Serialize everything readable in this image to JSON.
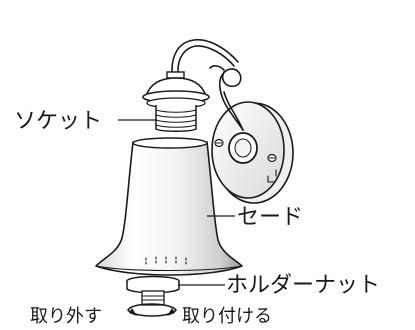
{
  "labels": {
    "socket": "ソケット",
    "shade": "セード",
    "holder_nut": "ホルダーナット",
    "remove": "取り外す",
    "attach": "取り付ける"
  }
}
